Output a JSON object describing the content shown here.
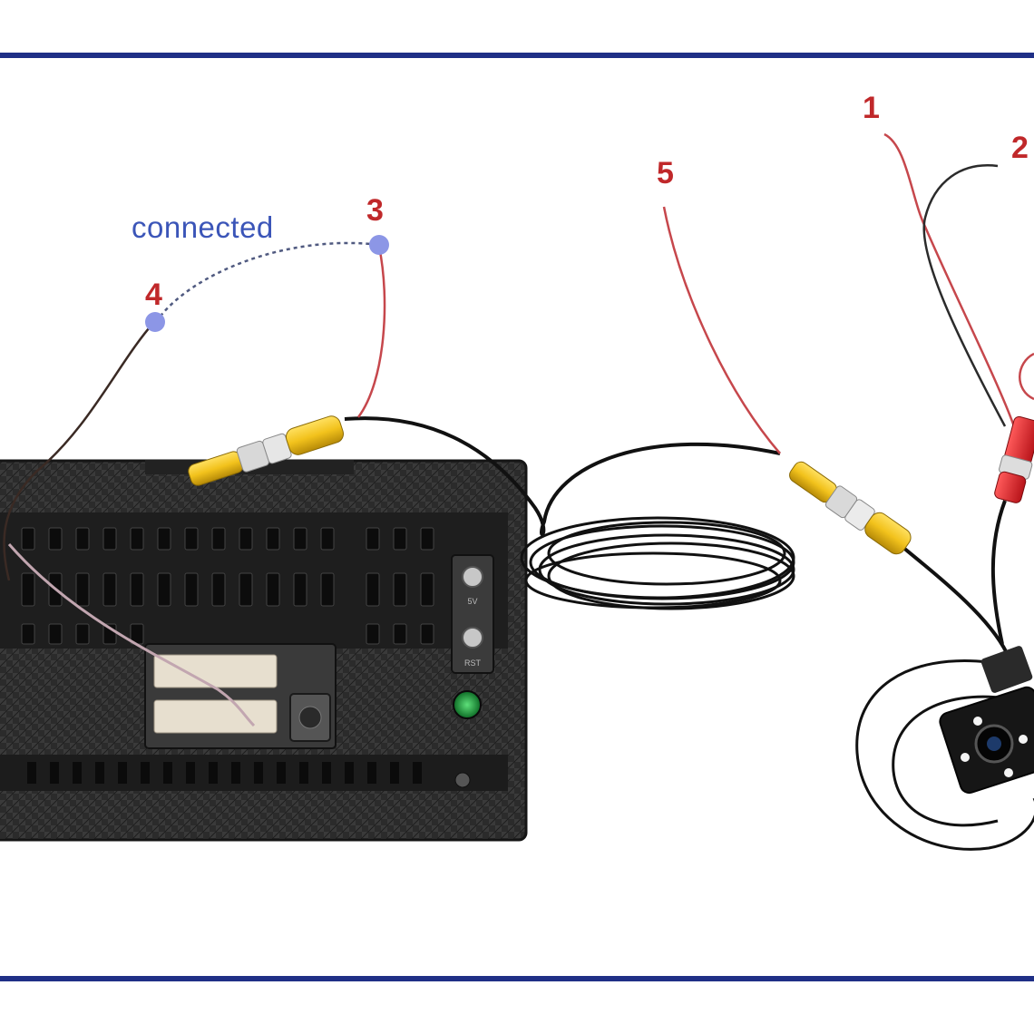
{
  "diagram": {
    "connected_label": "connected",
    "markers": [
      "1",
      "2",
      "3",
      "4",
      "5"
    ],
    "unit_button_labels": [
      "5V",
      "RST"
    ]
  },
  "colors": {
    "frame_line": "#1f2f86",
    "label_red": "#c0282a",
    "connected_blue": "#3b55b8",
    "dot_blue": "#8c96e6",
    "rca_yellow": "#f2c21c",
    "rca_red": "#d8262c",
    "wire_red": "#c6474c",
    "cable_black": "#151515"
  }
}
